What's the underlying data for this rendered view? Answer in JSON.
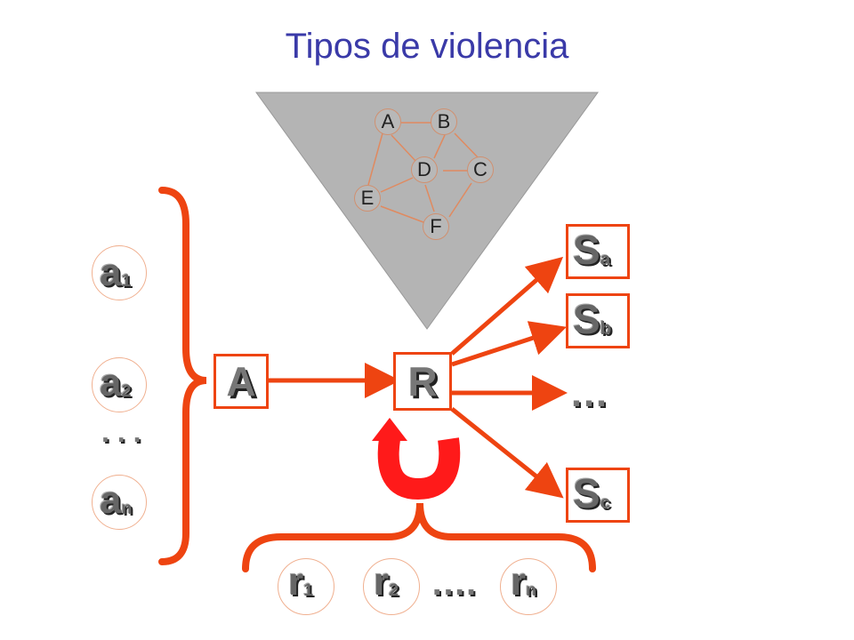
{
  "title": "Tipos de violencia",
  "network_nodes": [
    "A",
    "B",
    "D",
    "C",
    "E",
    "F"
  ],
  "left_inputs": {
    "a1": {
      "base": "a",
      "sub": "1"
    },
    "a2": {
      "base": "a",
      "sub": "2"
    },
    "dots": ". . .",
    "an": {
      "base": "a",
      "sub": "n"
    }
  },
  "box_a": "A",
  "box_r": "R",
  "outputs": {
    "sa": {
      "base": "S",
      "sub": "a"
    },
    "sb": {
      "base": "S",
      "sub": "b"
    },
    "dots": "…",
    "sc": {
      "base": "S",
      "sub": "c"
    }
  },
  "bottom_inputs": {
    "r1": {
      "base": "r",
      "sub": "1"
    },
    "r2": {
      "base": "r",
      "sub": "2"
    },
    "dots": "….",
    "rn": {
      "base": "r",
      "sub": "n"
    }
  },
  "colors": {
    "accent": "#ee4411",
    "title": "#3a3aa8",
    "triangle": "#b4b4b4"
  }
}
